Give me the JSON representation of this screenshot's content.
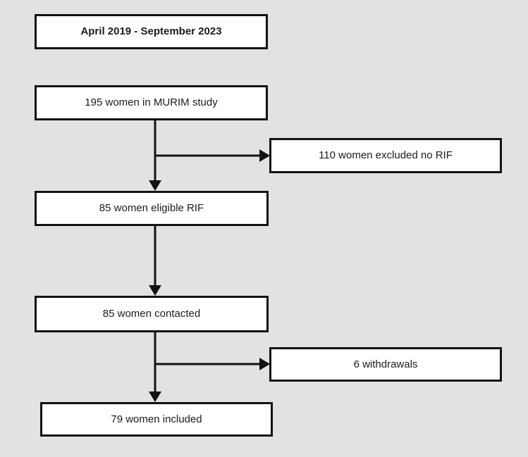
{
  "diagram": {
    "title_box": "April 2019 - September 2023",
    "nodes": {
      "study": "195 women in MURIM study",
      "excluded": "110 women excluded no RIF",
      "eligible": "85 women eligible RIF",
      "contacted": "85 women contacted",
      "withdrawals": "6 withdrawals",
      "included": "79 women included"
    },
    "flow": [
      {
        "from": "study",
        "to": "eligible",
        "branch": "excluded"
      },
      {
        "from": "eligible",
        "to": "contacted"
      },
      {
        "from": "contacted",
        "to": "included",
        "branch": "withdrawals"
      }
    ],
    "colors": {
      "background": "#e2e2e2",
      "box_fill": "#ffffff",
      "box_border": "#121212",
      "arrow": "#121212",
      "text": "#1c1c1c"
    }
  }
}
